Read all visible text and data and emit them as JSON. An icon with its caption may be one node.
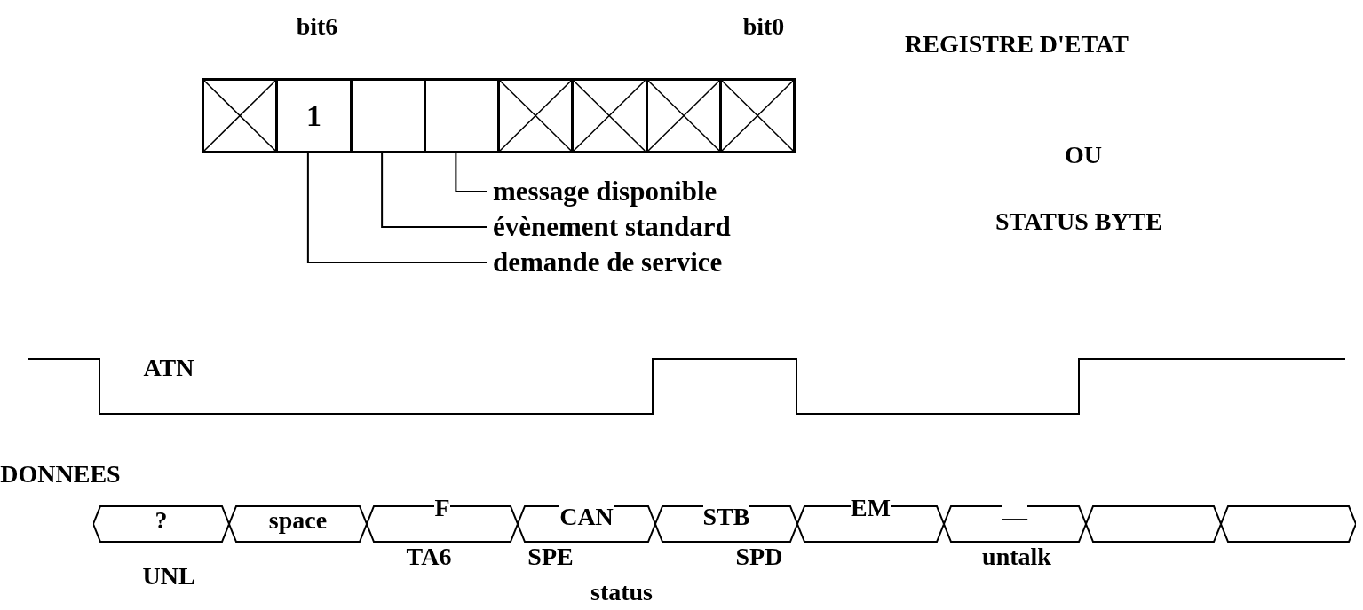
{
  "diagram": {
    "nodes": [
      {
        "text": [],
        "shape": "cross"
      },
      {
        "text": [
          "1"
        ]
      },
      {
        "text": [],
        "shape": "box"
      },
      {
        "text": [],
        "shape": "box"
      },
      {
        "text": [],
        "shape": "cross"
      },
      {
        "text": [],
        "shape": "cross"
      },
      {
        "text": [],
        "shape": "cross"
      },
      {
        "text": [],
        "shape": "cross"
      },
      {
        "text": [
          "message disponible"
        ]
      },
      {
        "text": [
          "évènement standard"
        ]
      },
      {
        "text": [
          "demande de service"
        ]
      },
      {
        "text": [
          "?"
        ],
        "beside": [
          "UNL"
        ]
      },
      {
        "text": [
          "space"
        ]
      },
      {
        "text": [
          "F"
        ],
        "beside": [
          "TA6"
        ]
      },
      {
        "text": [
          "CAN"
        ],
        "beside": [
          "SPE"
        ]
      },
      {
        "text": [
          "STB"
        ],
        "beside": [
          "status"
        ]
      },
      {
        "text": [
          "EM"
        ],
        "beside": [
          "SPD"
        ]
      },
      {
        "text": [
          "—"
        ],
        "beside": [
          "untalk"
        ]
      },
      {
        "text": [],
        "shape": "hexagon"
      },
      {
        "text": [],
        "shape": "hexagon"
      }
    ],
    "edges": [
      {
        "from": 8,
        "to": 3,
        "arrow": "none"
      },
      {
        "from": 9,
        "to": 2,
        "arrow": "none"
      },
      {
        "from": 10,
        "to": 1,
        "arrow": "none"
      }
    ],
    "labels": [
      "bit6",
      "bit0",
      "REGISTRE D'ETAT",
      "OU",
      "STATUS BYTE",
      "ATN",
      "DONNEES"
    ]
  }
}
